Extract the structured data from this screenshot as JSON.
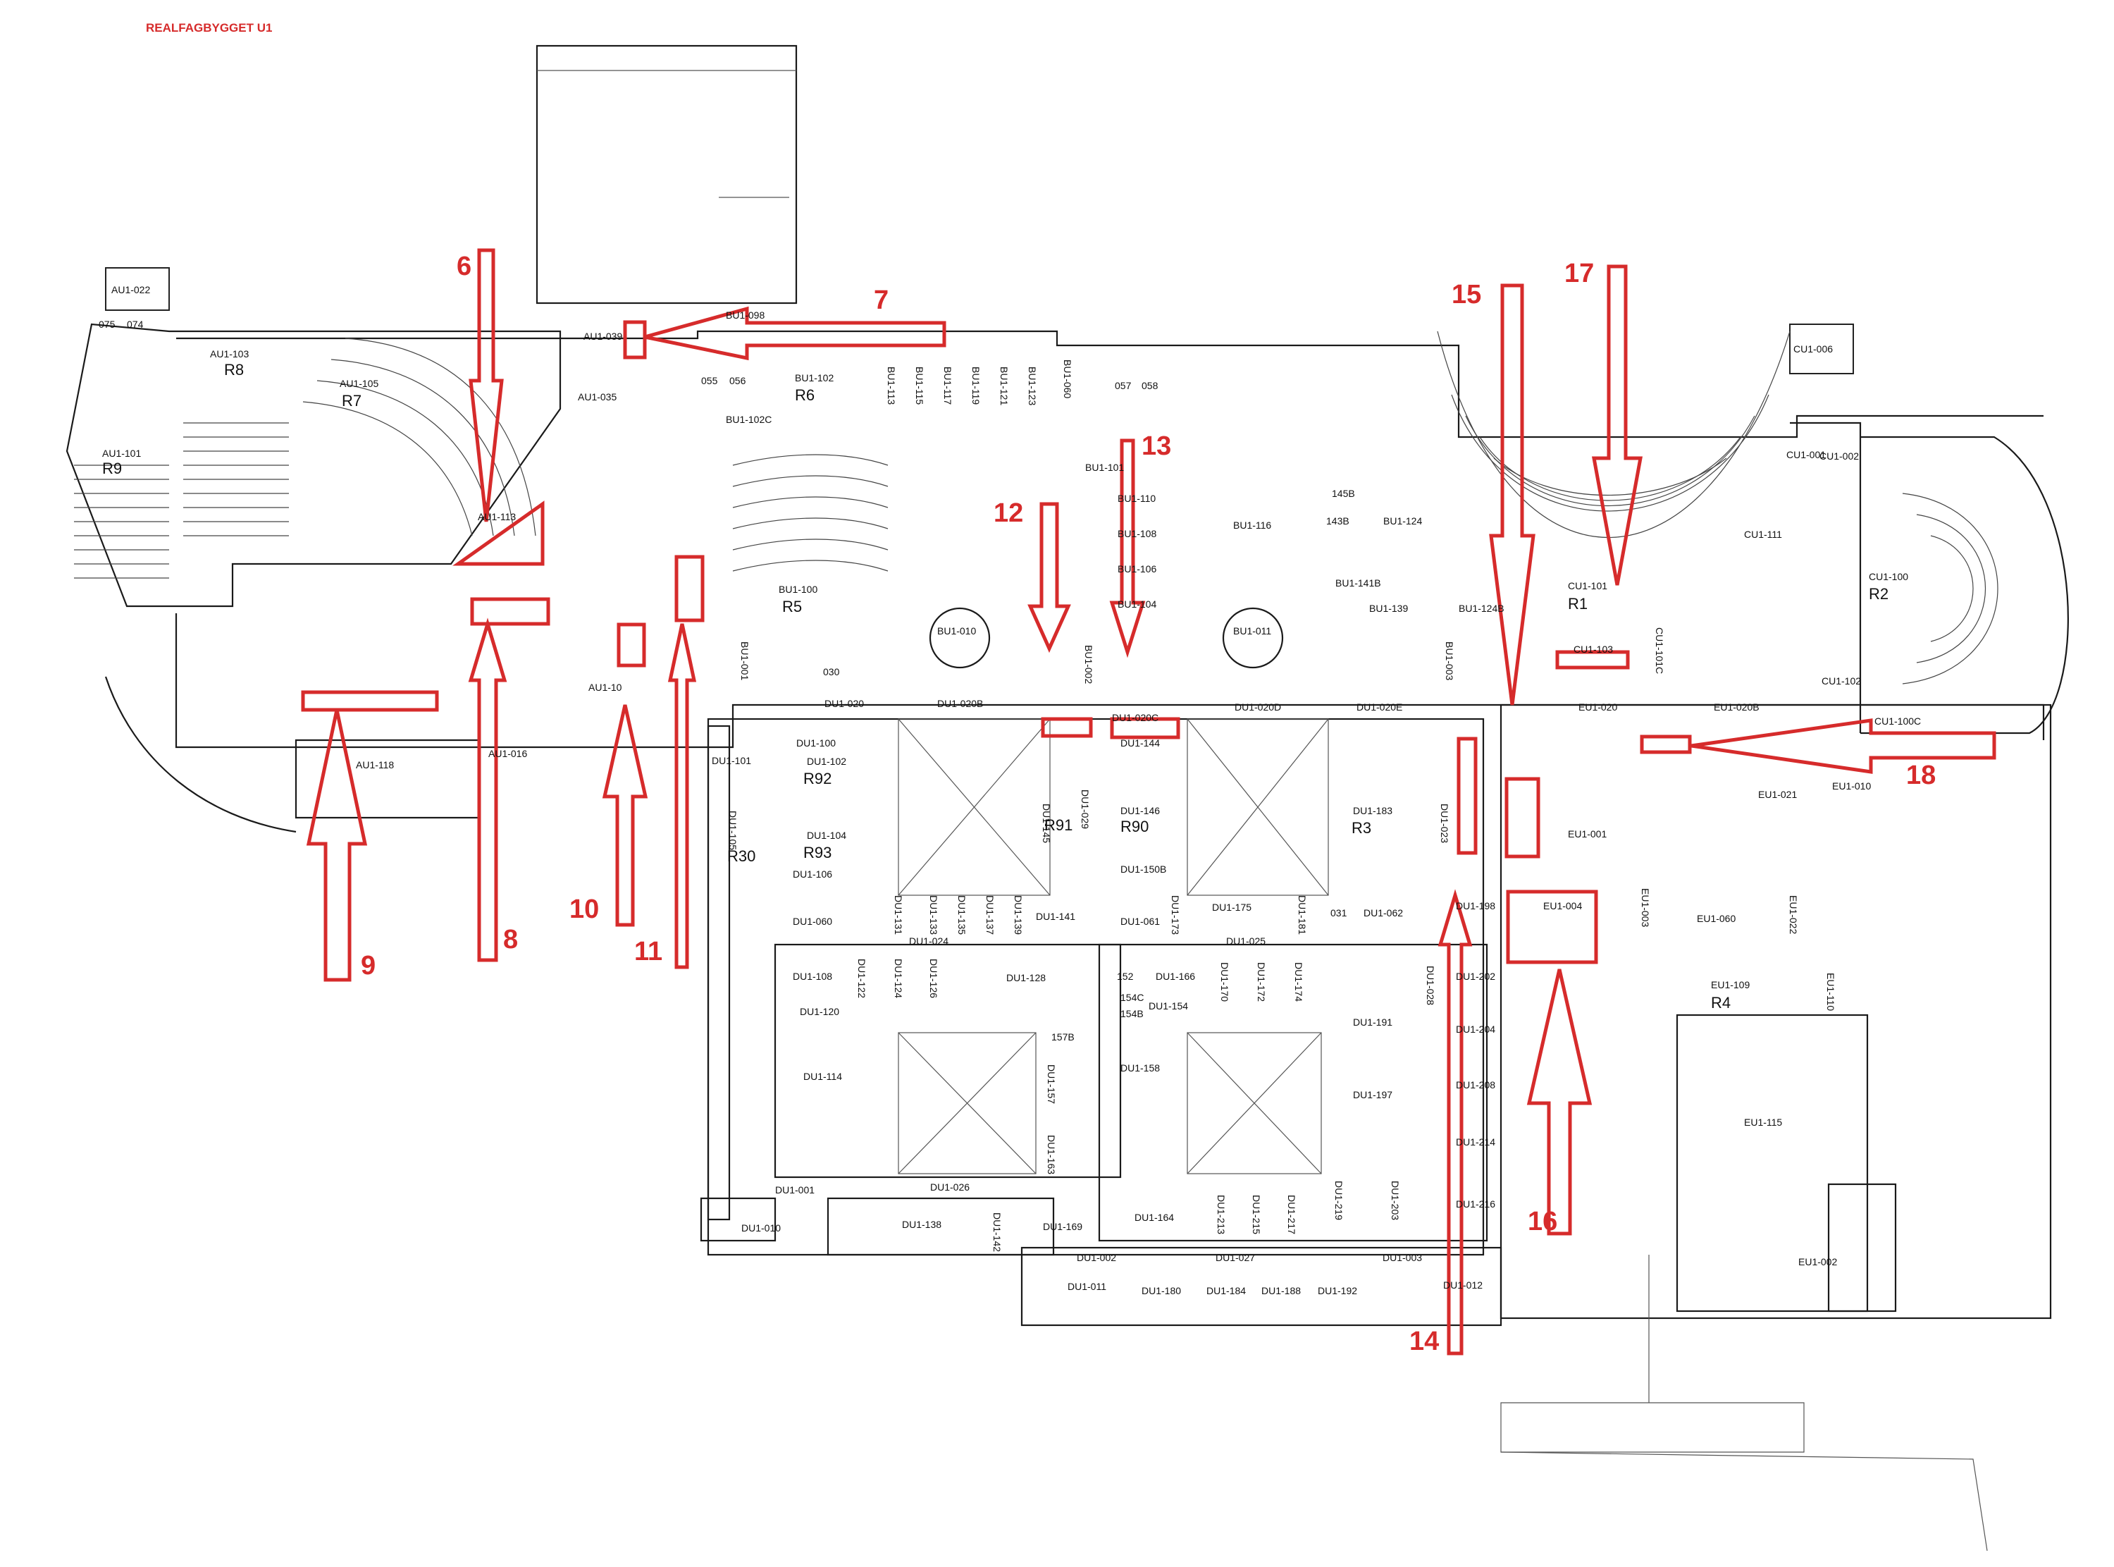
{
  "title": "REALFAGBYGGET U1",
  "colors": {
    "marker": "#d62b2b",
    "walls": "#1a1a1a"
  },
  "auditoriums": [
    {
      "code": "AU1-101",
      "name": "R9"
    },
    {
      "code": "AU1-103",
      "name": "R8"
    },
    {
      "code": "AU1-105",
      "name": "R7"
    },
    {
      "code": "BU1-102",
      "name": "R6"
    },
    {
      "code": "BU1-100",
      "name": "R5"
    },
    {
      "code": "CU1-101",
      "name": "R1"
    },
    {
      "code": "CU1-100",
      "name": "R2"
    },
    {
      "code": "DU1-102",
      "name": "R92"
    },
    {
      "code": "DU1-104",
      "name": "R93"
    },
    {
      "code": "DU1-145",
      "name": "R91"
    },
    {
      "code": "DU1-146",
      "name": "R90"
    },
    {
      "code": "DU1-183",
      "name": "R3"
    },
    {
      "code": "EU1-109",
      "name": "R4"
    },
    {
      "code": "",
      "name": "R30"
    }
  ],
  "rooms": [
    "AU1-022",
    "075",
    "074",
    "AU1-039",
    "AU1-035",
    "AU1-113",
    "AU1-118",
    "AU1-10",
    "AU1-016",
    "BU1-098",
    "055",
    "056",
    "BU1-102C",
    "BU1-113",
    "BU1-115",
    "BU1-117",
    "BU1-119",
    "BU1-121",
    "BU1-123",
    "BU1-060",
    "057",
    "058",
    "BU1-101",
    "BU1-110",
    "BU1-108",
    "BU1-106",
    "BU1-104",
    "BU1-116",
    "145B",
    "143B",
    "BU1-124",
    "BU1-141B",
    "BU1-139",
    "BU1-124B",
    "BU1-001",
    "BU1-010",
    "BU1-011",
    "030",
    "BU1-002",
    "BU1-003",
    "DU1-020",
    "DU1-020B",
    "DU1-020C",
    "DU1-020D",
    "DU1-020E",
    "DU1-100",
    "DU1-101",
    "DU1-105",
    "DU1-106",
    "DU1-060",
    "DU1-131",
    "DU1-133",
    "DU1-135",
    "DU1-137",
    "DU1-139",
    "DU1-141",
    "DU1-024",
    "DU1-061",
    "DU1-173",
    "DU1-175",
    "DU1-181",
    "031",
    "DU1-062",
    "DU1-025",
    "DU1-108",
    "DU1-120",
    "DU1-122",
    "DU1-124",
    "DU1-126",
    "DU1-128",
    "DU1-114",
    "157B",
    "DU1-157",
    "DU1-163",
    "DU1-001",
    "DU1-026",
    "DU1-138",
    "DU1-142",
    "DU1-169",
    "DU1-010",
    "152",
    "DU1-166",
    "DU1-170",
    "DU1-172",
    "DU1-174",
    "154C",
    "154B",
    "DU1-154",
    "DU1-191",
    "DU1-158",
    "DU1-197",
    "DU1-164",
    "DU1-213",
    "DU1-215",
    "DU1-217",
    "DU1-219",
    "DU1-203",
    "DU1-002",
    "DU1-011",
    "DU1-027",
    "DU1-180",
    "DU1-184",
    "DU1-188",
    "DU1-192",
    "DU1-003",
    "DU1-012",
    "DU1-023",
    "DU1-198",
    "DU1-202",
    "DU1-204",
    "DU1-208",
    "DU1-214",
    "DU1-216",
    "DU1-028",
    "DU1-150B",
    "DU1-144",
    "DU1-029",
    "EU1-020",
    "EU1-020B",
    "EU1-001",
    "EU1-004",
    "EU1-003",
    "EU1-060",
    "EU1-022",
    "EU1-021",
    "EU1-110",
    "EU1-115",
    "EU1-002",
    "EU1-010",
    "CU1-001",
    "CU1-002",
    "CU1-103",
    "CU1-111",
    "CU1-102",
    "CU1-100C",
    "CU1-101C",
    "CU1-006"
  ],
  "markers": [
    "6",
    "7",
    "8",
    "9",
    "10",
    "11",
    "12",
    "13",
    "14",
    "15",
    "16",
    "17",
    "18"
  ]
}
